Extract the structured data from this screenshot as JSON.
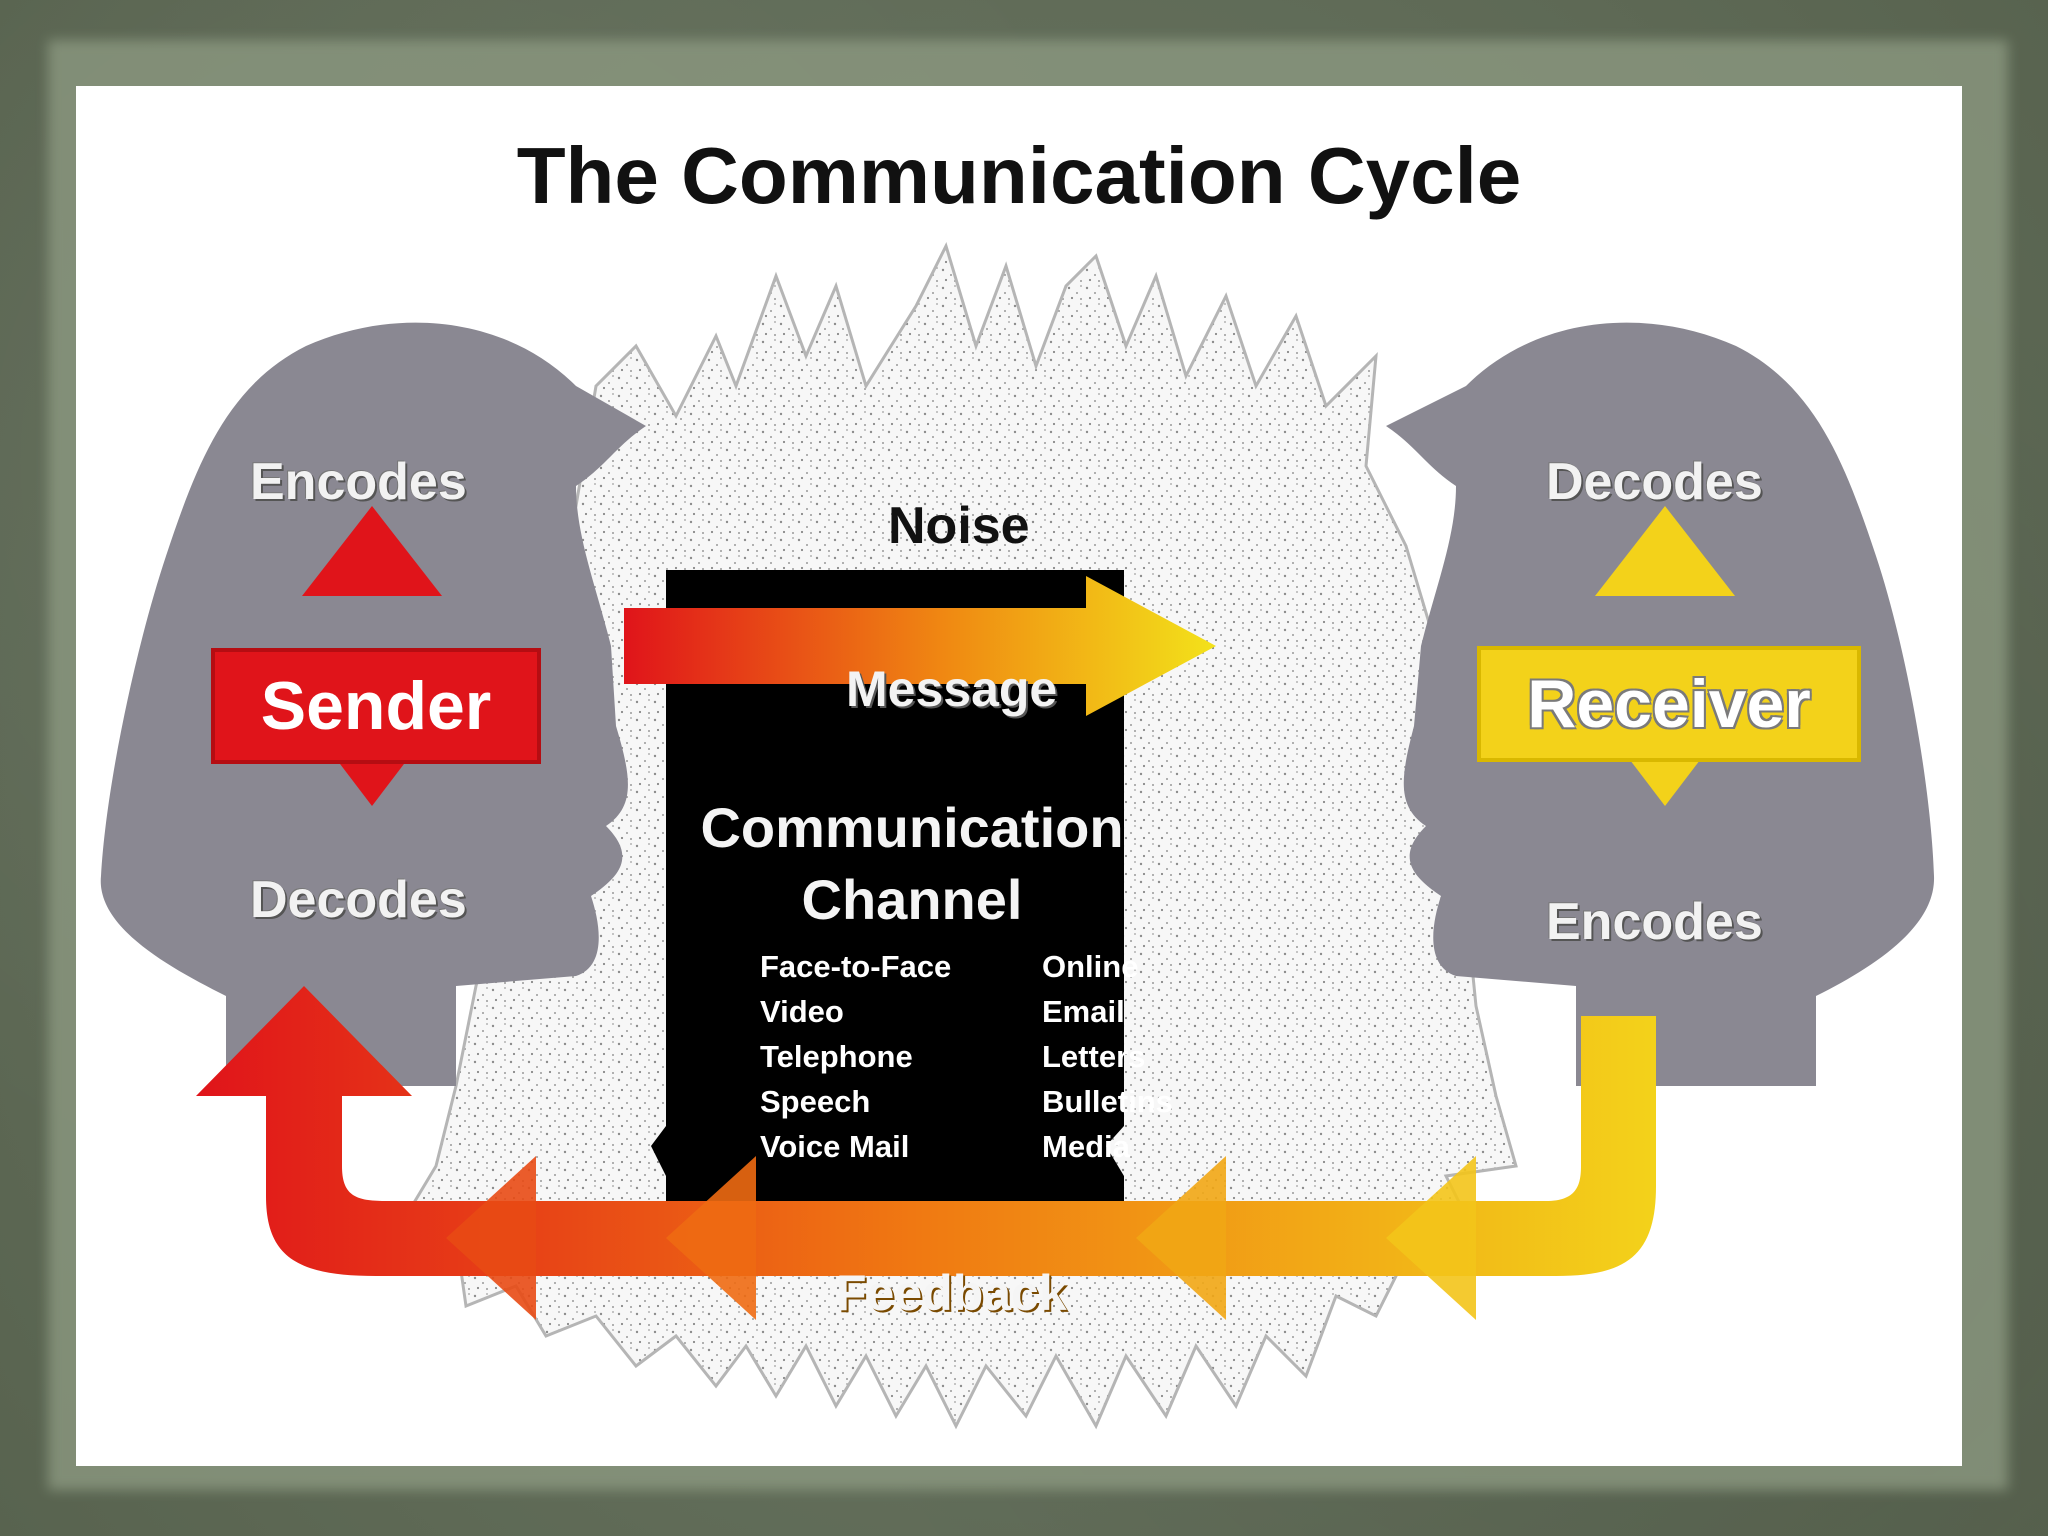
{
  "diagram": {
    "title": "The Communication Cycle",
    "noise_label": "Noise",
    "sender": {
      "name": "Sender",
      "top_label": "Encodes",
      "bottom_label": "Decodes",
      "color": "#e0141a"
    },
    "receiver": {
      "name": "Receiver",
      "top_label": "Decodes",
      "bottom_label": "Encodes",
      "color": "#f3d21a"
    },
    "message_label": "Message",
    "feedback_label": "Feedback",
    "channel": {
      "title": "Communication Channel",
      "items_left": [
        "Face-to-Face",
        "Video",
        "Telephone",
        "Speech",
        "Voice Mail"
      ],
      "items_right": [
        "Online",
        "Email",
        "Letters",
        "Bulletins",
        "Media"
      ]
    },
    "colors": {
      "head": "#8a8892",
      "channel_bg": "#000000",
      "arrow_start": "#e0141a",
      "arrow_end": "#f3d21a"
    }
  }
}
